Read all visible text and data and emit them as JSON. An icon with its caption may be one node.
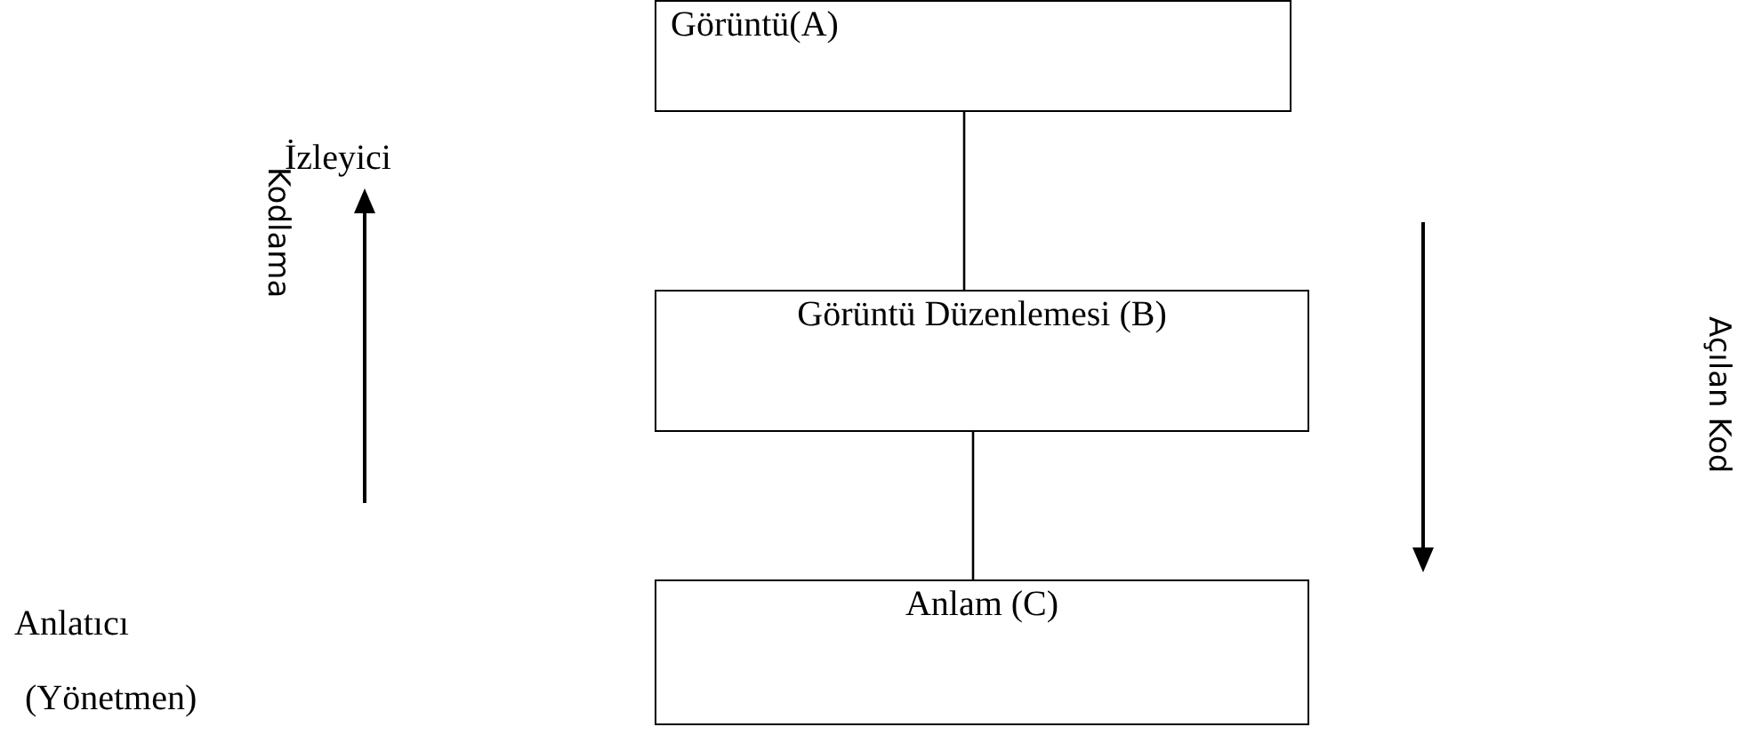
{
  "diagram": {
    "nodes": [
      {
        "text": [
          "Görüntü(A)"
        ]
      },
      {
        "text": [
          "Görüntü Düzenlemesi (B)"
        ]
      },
      {
        "text": [
          "Anlam (C)"
        ]
      }
    ],
    "edges": [
      {
        "from": 0,
        "to": 1,
        "arrow": "none"
      },
      {
        "from": 1,
        "to": 2,
        "arrow": "none"
      }
    ],
    "labels": [
      "İzleyici",
      "Kodlama",
      "Açılan Kod",
      "Anlatıcı",
      "(Yönetmen)"
    ]
  }
}
